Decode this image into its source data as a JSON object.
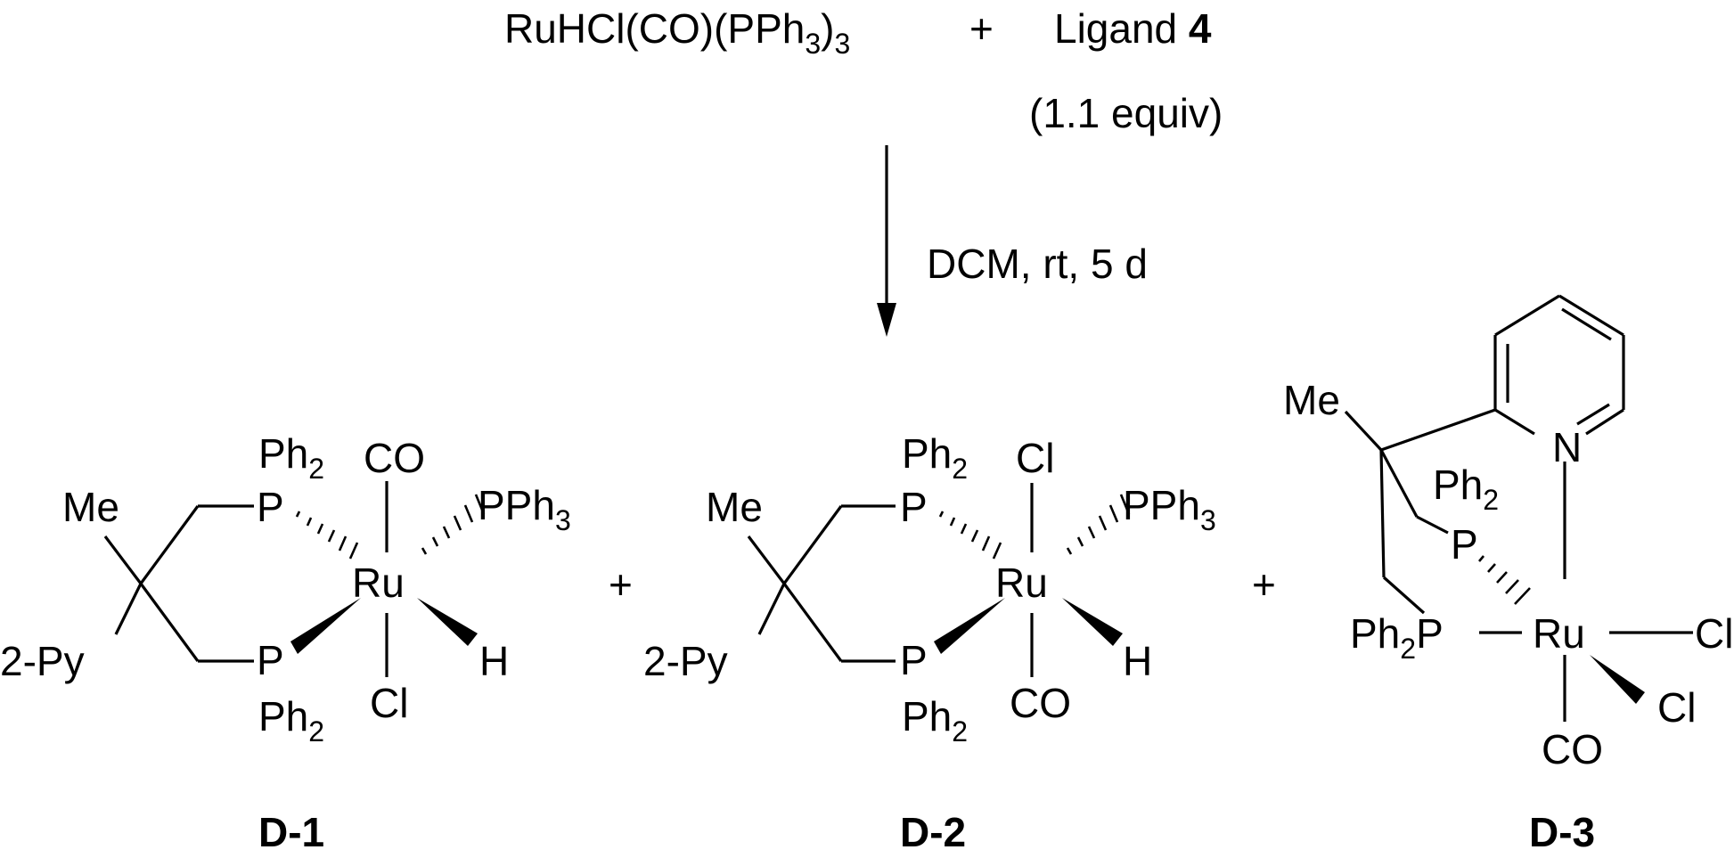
{
  "reaction": {
    "reagent_main": "RuHCl(CO)(PPh",
    "reagent_sub": "3",
    "reagent_close": ")",
    "reagent_close_sub": "3",
    "plus": "+",
    "ligand_text": "Ligand ",
    "ligand_number": "4",
    "equiv": "(1.1 equiv)",
    "conditions": "DCM, rt, 5 d"
  },
  "products": {
    "plus_1": "+",
    "plus_2": "+",
    "d1": {
      "id": "D-1",
      "me": "Me",
      "py": "2-Py",
      "ph_top": "Ph",
      "ph_top_sub": "2",
      "p_top": "P",
      "p_bot": "P",
      "ph_bot": "Ph",
      "ph_bot_sub": "2",
      "ru": "Ru",
      "axial_top": "CO",
      "axial_bot": "Cl",
      "pph3": "PPh",
      "pph3_sub": "3",
      "h": "H"
    },
    "d2": {
      "id": "D-2",
      "me": "Me",
      "py": "2-Py",
      "ph_top": "Ph",
      "ph_top_sub": "2",
      "p_top": "P",
      "p_bot": "P",
      "ph_bot": "Ph",
      "ph_bot_sub": "2",
      "ru": "Ru",
      "axial_top": "Cl",
      "axial_bot": "CO",
      "pph3": "PPh",
      "pph3_sub": "3",
      "h": "H"
    },
    "d3": {
      "id": "D-3",
      "me": "Me",
      "n": "N",
      "ph_upper": "Ph",
      "ph_upper_sub": "2",
      "p_upper": "P",
      "ph_left": "Ph",
      "ph_left_sub": "2",
      "p_left": "P",
      "ru": "Ru",
      "cl_right": "Cl",
      "cl_wedge": "Cl",
      "co": "CO"
    }
  }
}
